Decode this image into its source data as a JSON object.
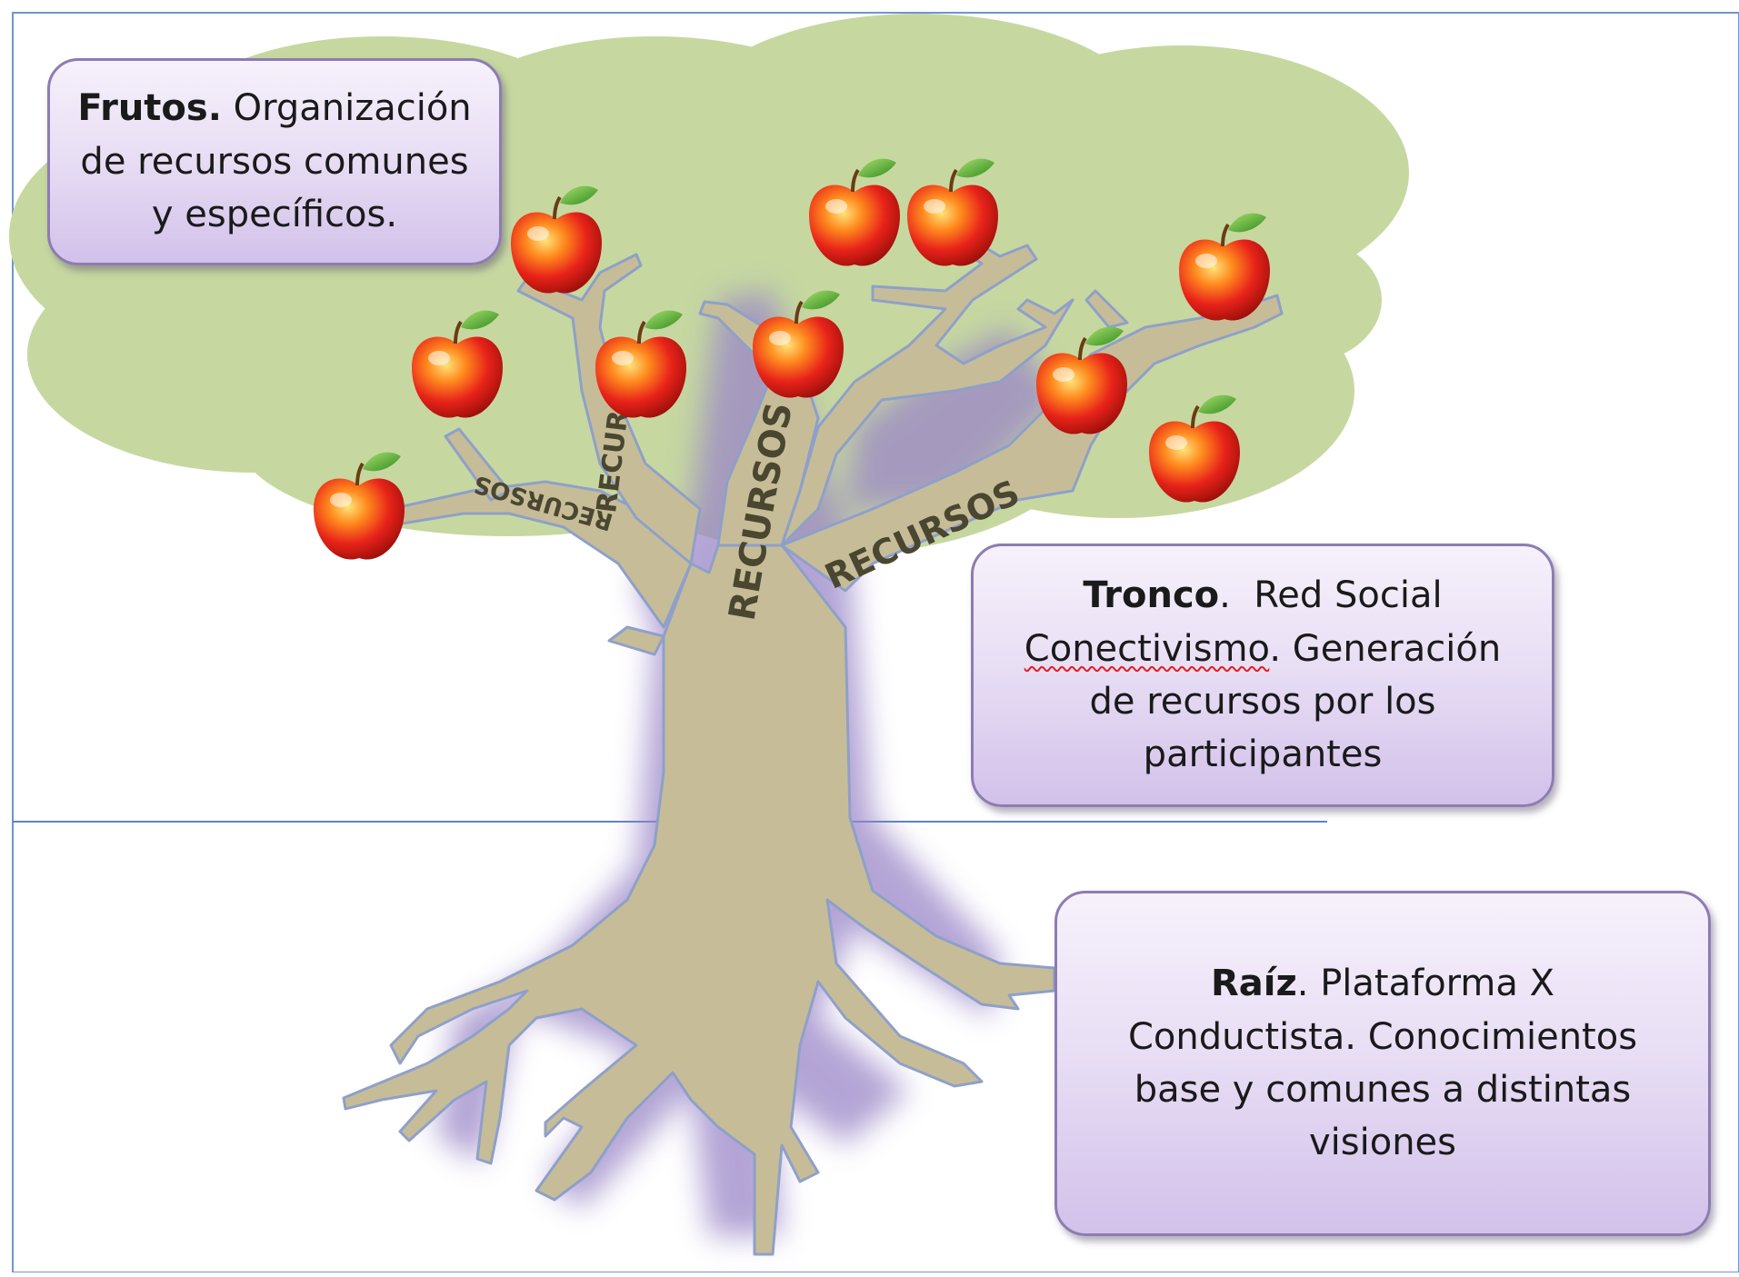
{
  "callouts": {
    "frutos": {
      "title": "Frutos.",
      "line1_rest": "Organización",
      "line2": "de recursos comunes",
      "line3": "y específicos."
    },
    "tronco": {
      "title": "Tronco",
      "title_punct": ".",
      "line1_rest": "Red Social",
      "line2_word": "Conectivismo",
      "line2_rest": ". Generación",
      "line3": "de recursos por los",
      "line4": "participantes"
    },
    "raiz": {
      "title": "Raíz",
      "title_punct": ".",
      "line1_rest": "Plataforma X",
      "line2": "Conductista. Conocimientos",
      "line3": "base y comunes a distintas",
      "line4": "visiones"
    }
  },
  "branch_labels": [
    "RECURSOS",
    "RECURSOS",
    "RECURSOS",
    "RECURSOS"
  ],
  "colors": {
    "canopy": "#c6d8a0",
    "wood": "#c6bd98",
    "wood_edge": "#8fa0c8",
    "glow": "#9a86c8",
    "ground_line": "#5b84c4",
    "apple": "#e8231a",
    "leaf": "#4fae2a"
  },
  "icons": {
    "fruit": "apple-icon"
  }
}
